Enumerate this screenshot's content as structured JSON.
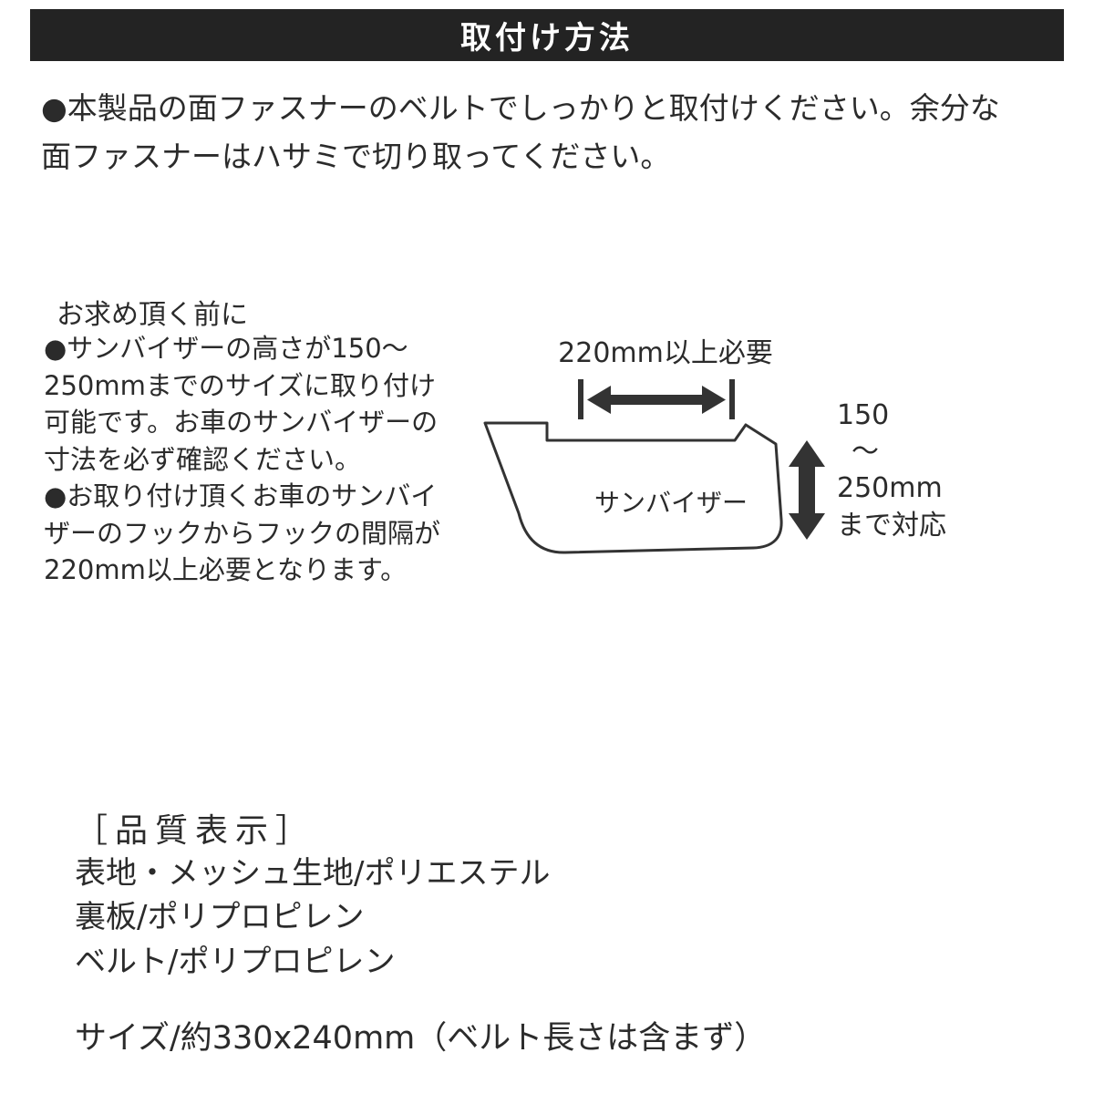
{
  "header": {
    "title": "取付け方法"
  },
  "intro": {
    "text": "●本製品の面ファスナーのベルトでしっかりと取付けください。余分な\n面ファスナーはハサミで切り取ってください。"
  },
  "before_purchase": {
    "heading": "お求め頂く前に",
    "note_visor_height": "●サンバイザーの高さが150～\n250mmまでのサイズに取り付け\n可能です。お車のサンバイザーの\n寸法を必ず確認ください。",
    "note_hook_spacing": "●お取り付け頂くお車のサンバイ\nザーのフックからフックの間隔が\n220mm以上必要となります。"
  },
  "diagram": {
    "width_label": "220mm以上必要",
    "visor_label": "サンバイザー",
    "height": [
      "150",
      "～",
      "250mm",
      "まで対応"
    ]
  },
  "quality": {
    "heading": "［品質表示］",
    "lines": [
      "表地・メッシュ生地/ポリエステル",
      "裏板/ポリプロピレン",
      "ベルト/ポリプロピレン"
    ],
    "size_line": "サイズ/約330x240mm（ベルト長さは含まず）"
  },
  "colors": {
    "header_bg": "#232323",
    "text": "#2b2b2b",
    "line": "#333333"
  }
}
